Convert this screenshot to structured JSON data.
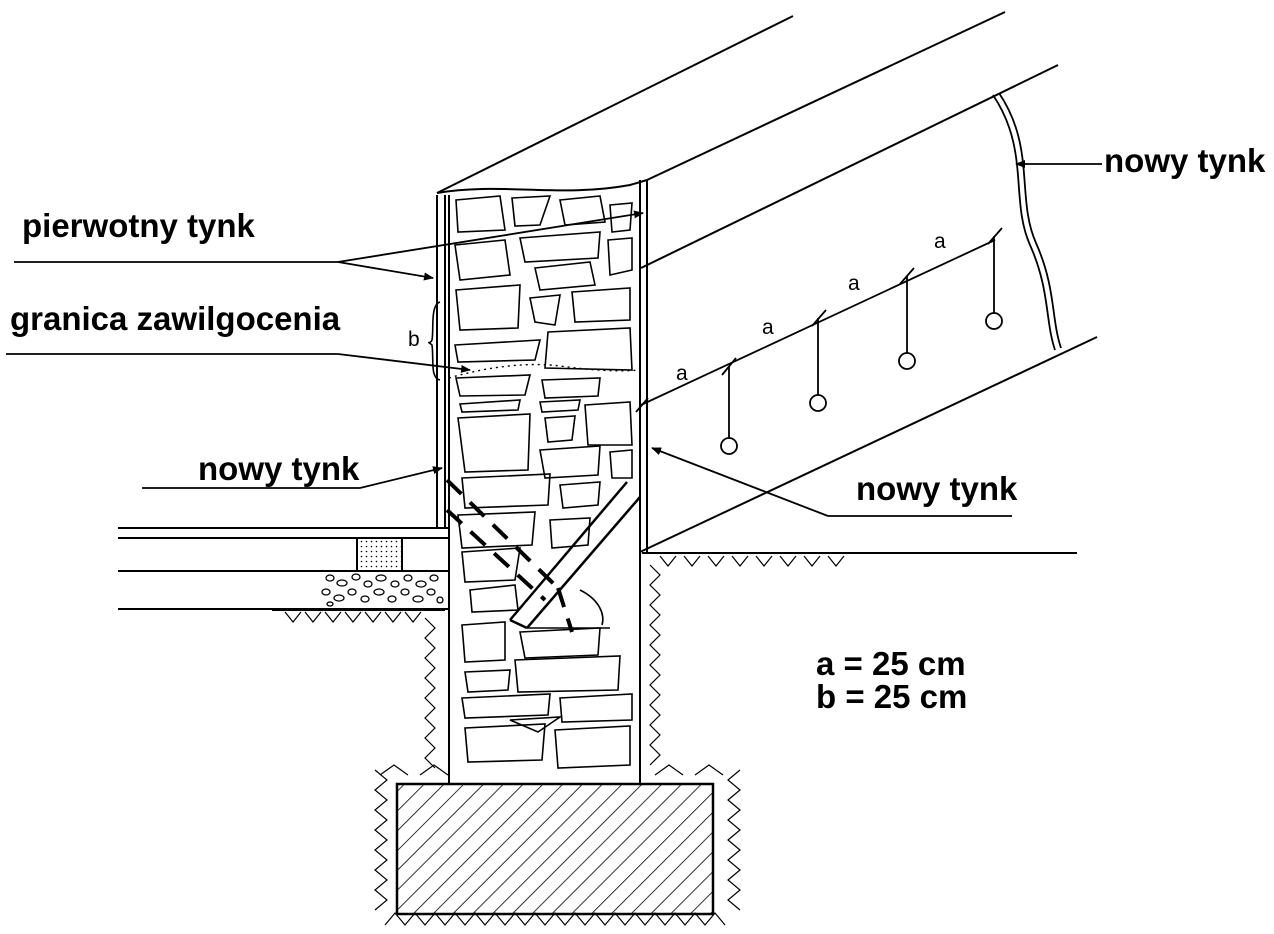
{
  "labels": {
    "original_plaster": "pierwotny tynk",
    "moisture_limit": "granica zawilgocenia",
    "new_plaster_left": "nowy tynk",
    "new_plaster_right_top": "nowy tynk",
    "new_plaster_right_bottom": "nowy tynk"
  },
  "dimensions": {
    "a_marks": [
      "a",
      "a",
      "a",
      "a"
    ],
    "b_mark": "b",
    "legend": [
      "a = 25 cm",
      "b = 25 cm"
    ]
  },
  "colors": {
    "ink": "#000000",
    "paper": "#ffffff"
  }
}
